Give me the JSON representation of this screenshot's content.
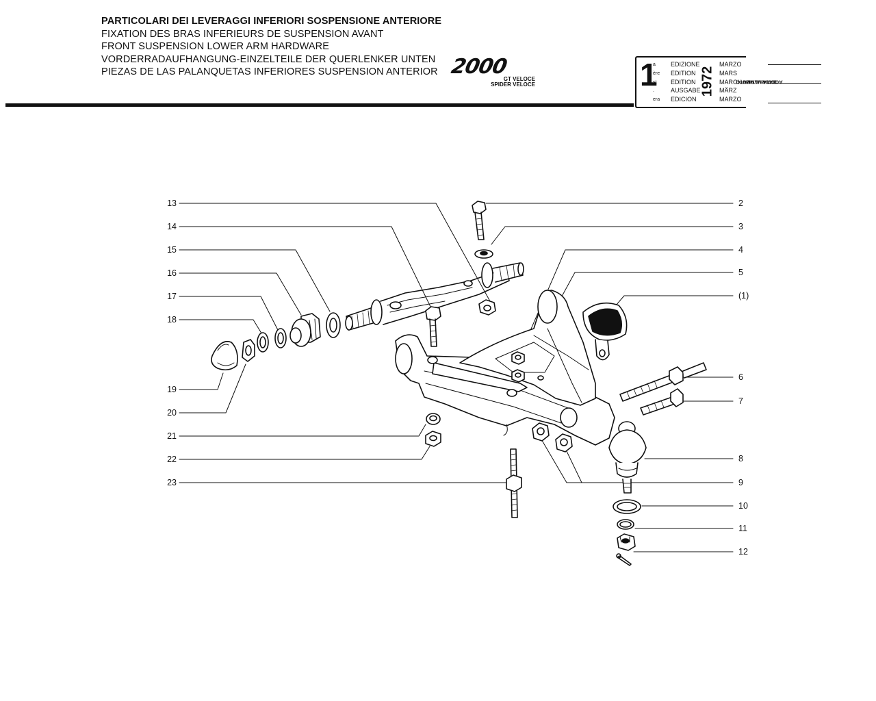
{
  "header": {
    "titles": [
      "PARTICOLARI DEI LEVERAGGI INFERIORI SOSPENSIONE ANTERIORE",
      "FIXATION DES BRAS INFERIEURS DE SUSPENSION AVANT",
      "FRONT SUSPENSION LOWER ARM HARDWARE",
      "VORDERRADAUFHANGUNG-EINZELTEILE DER QUERLENKER UNTEN",
      "PIEZAS DE LAS PALANQUETAS INFERIORES SUSPENSION ANTERIOR"
    ]
  },
  "logo": {
    "model": "2000",
    "line1": "GT VELOCE",
    "line2": "SPIDER VELOCE"
  },
  "edition": {
    "number": "1",
    "suffixes": [
      "a",
      "ère",
      "st",
      ".",
      "era"
    ],
    "words": [
      "EDIZIONE",
      "EDITION",
      "EDITION",
      "AUSGABE",
      "EDICION"
    ],
    "year": "1972",
    "months": [
      "MARZO",
      "MARS",
      "MARCH",
      "MÄRZ",
      "MARZO"
    ]
  },
  "update": {
    "line1": "DATA ULTIMO",
    "line2": "AGGIORNAMENTO"
  },
  "callouts": {
    "left": [
      "13",
      "14",
      "15",
      "16",
      "17",
      "18",
      "19",
      "20",
      "21",
      "22",
      "23"
    ],
    "right": [
      "2",
      "3",
      "4",
      "5",
      "(1)",
      "6",
      "7",
      "8",
      "9",
      "10",
      "11",
      "12"
    ]
  }
}
